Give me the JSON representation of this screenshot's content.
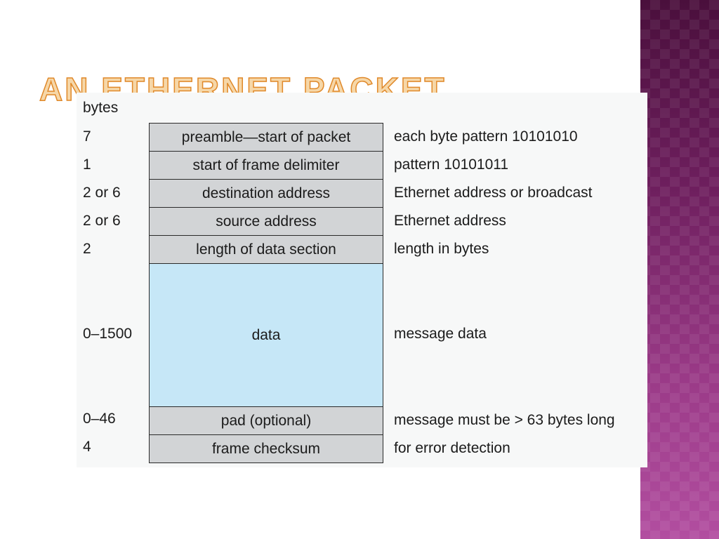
{
  "slide": {
    "title": "An Ethernet Packet"
  },
  "figure": {
    "bytes_header": "bytes",
    "rows": [
      {
        "bytes": "7",
        "field": "preamble—start of packet",
        "description": "each byte pattern 10101010"
      },
      {
        "bytes": "1",
        "field": "start of frame delimiter",
        "description": "pattern 10101011"
      },
      {
        "bytes": "2 or 6",
        "field": "destination address",
        "description": "Ethernet address or broadcast"
      },
      {
        "bytes": "2 or 6",
        "field": "source address",
        "description": "Ethernet address"
      },
      {
        "bytes": "2",
        "field": "length of data section",
        "description": "length in bytes"
      },
      {
        "bytes": "0–1500",
        "field": "data",
        "description": "message data"
      },
      {
        "bytes": "0–46",
        "field": "pad (optional)",
        "description": "message must be > 63 bytes long"
      },
      {
        "bytes": "4",
        "field": "frame checksum",
        "description": "for error detection"
      }
    ],
    "colors": {
      "header_field_fill": "#d2d4d6",
      "data_field_fill": "#c6e7f7",
      "title_fill": "#f6d7a8",
      "title_outline": "#e0892a",
      "side_bar": "#7a2868"
    }
  }
}
